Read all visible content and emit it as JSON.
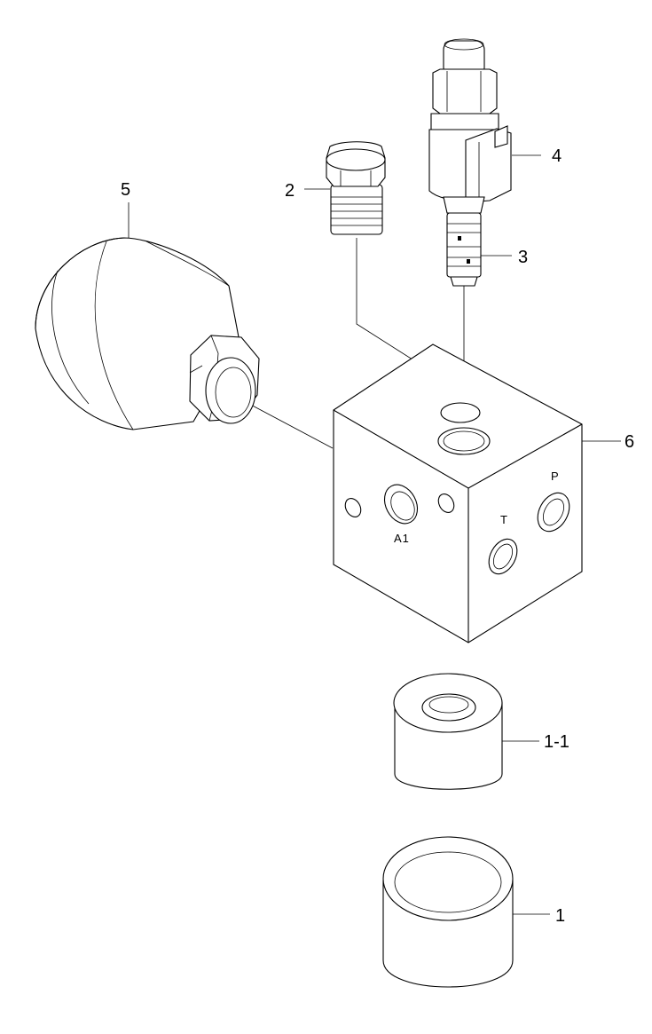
{
  "callouts": {
    "c1": "1",
    "c1_1": "1-1",
    "c2": "2",
    "c3": "3",
    "c4": "4",
    "c5": "5",
    "c6": "6"
  },
  "ports": {
    "a1": "A1",
    "t": "T",
    "p": "P"
  }
}
